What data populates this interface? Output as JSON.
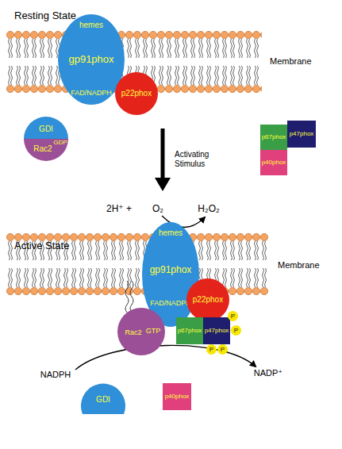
{
  "diagram": {
    "nodes": [
      {
        "text": [
          "hemes",
          "gp91phox",
          "FAD/NADPH"
        ]
      },
      {
        "text": [
          "p22phox"
        ]
      },
      {
        "text": [
          "GDI"
        ]
      },
      {
        "text": [
          "Rac2",
          "GDP"
        ]
      },
      {
        "text": [
          "p67phox"
        ]
      },
      {
        "text": [
          "p47phox"
        ]
      },
      {
        "text": [
          "p40phox"
        ]
      },
      {
        "text": [
          "hemes",
          "gp91phox",
          "FAD/NADPH"
        ]
      },
      {
        "text": [
          "p22phox"
        ]
      },
      {
        "text": [
          "Rac2",
          "GTP"
        ]
      },
      {
        "text": [
          "p67phox"
        ]
      },
      {
        "text": [
          "p47phox"
        ]
      },
      {
        "text": [
          "P"
        ]
      },
      {
        "text": [
          "P"
        ]
      },
      {
        "text": [
          "P"
        ]
      },
      {
        "text": [
          "P"
        ]
      },
      {
        "text": [
          "GDI"
        ]
      },
      {
        "text": [
          "p40phox"
        ]
      }
    ],
    "labels": [
      "Resting State",
      "Membrane",
      "Activating Stimulus",
      "2H⁺ +",
      "O₂",
      "H₂O₂",
      "Active State",
      "Membrane",
      "NADPH",
      "NADP⁺"
    ]
  }
}
